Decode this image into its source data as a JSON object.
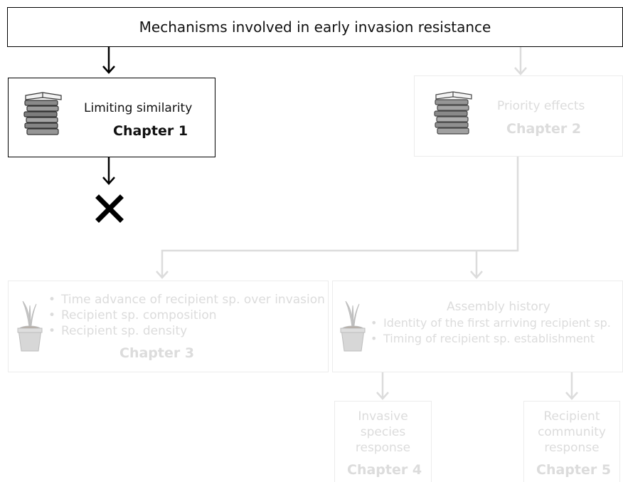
{
  "title": "Mechanisms involved in early invasion resistance",
  "limiting": {
    "label": "Limiting similarity",
    "chapter": "Chapter 1"
  },
  "priority": {
    "label": "Priority effects",
    "chapter": "Chapter 2"
  },
  "ch3": {
    "items": [
      "Time advance of recipient sp. over invasion",
      "Recipient sp. composition",
      "Recipient sp. density"
    ],
    "chapter": "Chapter 3"
  },
  "assembly": {
    "heading": "Assembly history",
    "items": [
      "Identity of the first arriving recipient sp.",
      "Timing of recipient sp. establishment"
    ]
  },
  "ch4": {
    "lines": [
      "Invasive",
      "species",
      "response"
    ],
    "chapter": "Chapter 4"
  },
  "ch5": {
    "lines": [
      "Recipient",
      "community",
      "response"
    ],
    "chapter": "Chapter 5"
  },
  "icons": {
    "books": "book-stack-icon",
    "plant": "potted-plant-icon",
    "cross": "cross-mark-icon"
  },
  "colors": {
    "active": "#000000",
    "inactive": "#dcdcdc"
  }
}
